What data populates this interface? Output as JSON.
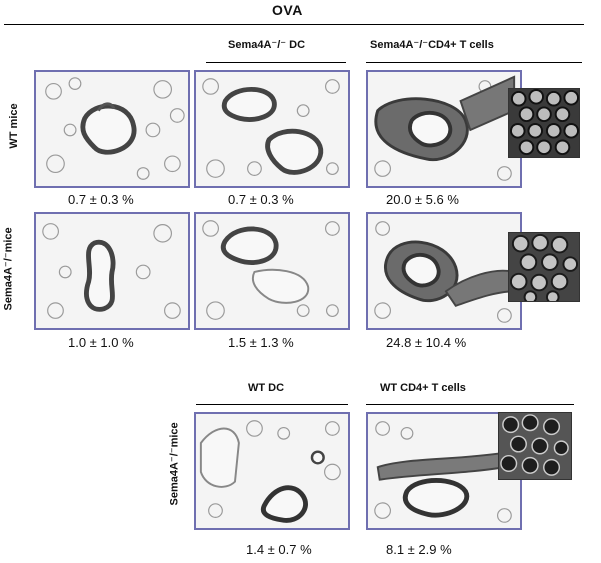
{
  "title": "OVA",
  "column_headers": {
    "sema_dc": "Sema4A⁻/⁻ DC",
    "sema_cd4": "Sema4A⁻/⁻CD4+ T cells",
    "wt_dc": "WT DC",
    "wt_cd4": "WT CD4+ T cells"
  },
  "row_labels": {
    "wt_mice": "WT mice",
    "sema_mice_1": "Sema4A⁻/⁻mice",
    "sema_mice_2": "Sema4A⁻/⁻mice"
  },
  "stats": {
    "r1c1": "0.7 ± 0.3 %",
    "r1c2": "0.7 ± 0.3 %",
    "r1c3": "20.0 ± 5.6 %",
    "r2c1": "1.0 ± 1.0 %",
    "r2c2": "1.5 ± 1.3 %",
    "r2c3": "24.8 ± 10.4 %",
    "r3c1": "1.4 ± 0.7 %",
    "r3c2": "8.1 ± 2.9 %"
  },
  "colors": {
    "panel_border": "#6f6fb0",
    "tissue": "#8a8a8a",
    "rule": "#000000"
  }
}
